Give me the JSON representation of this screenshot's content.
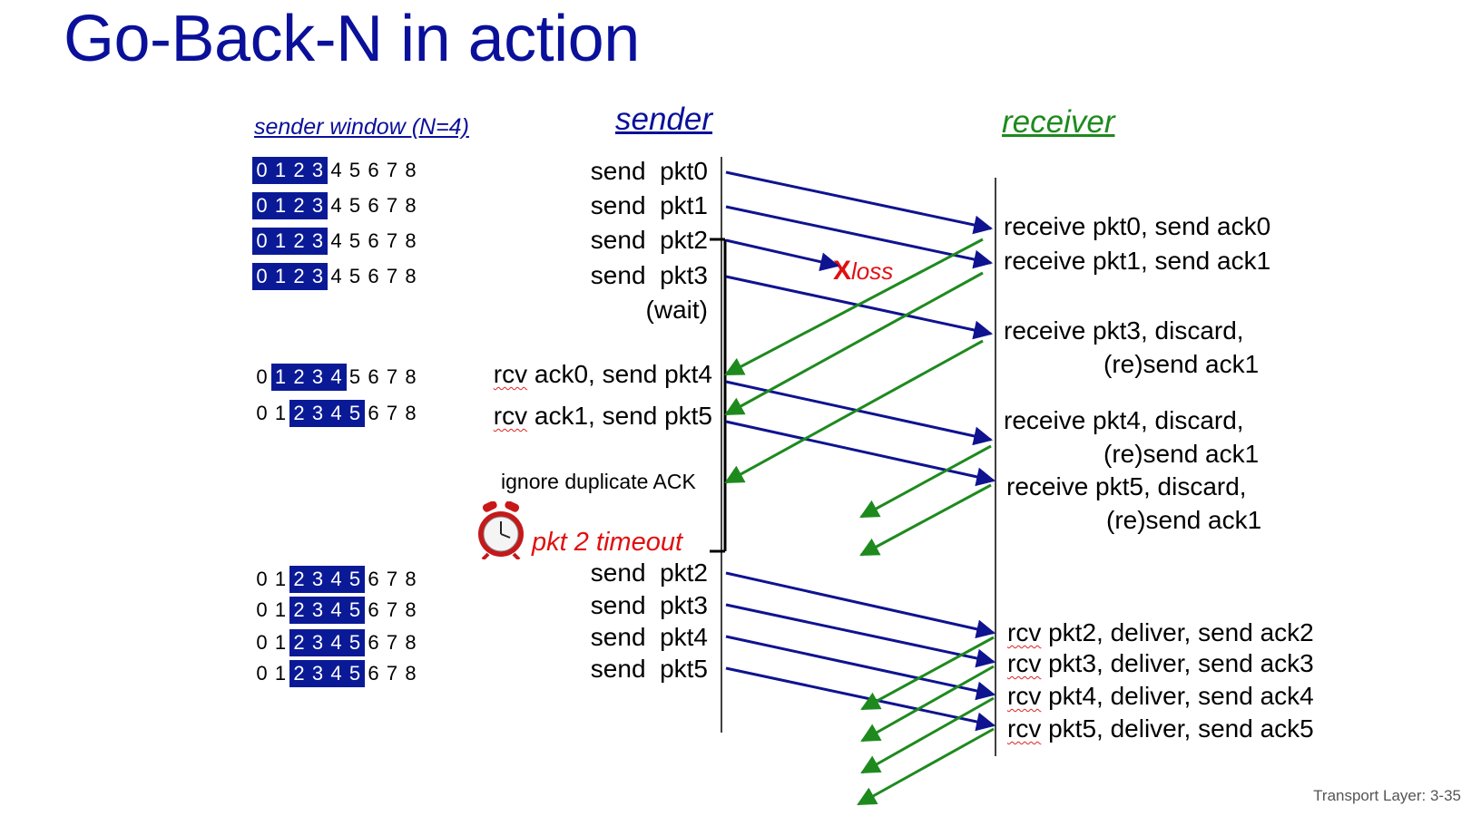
{
  "title": "Go-Back-N in action",
  "headers": {
    "window_label": "sender window (N=4)",
    "sender": "sender",
    "receiver": "receiver"
  },
  "window_digits": [
    "0",
    "1",
    "2",
    "3",
    "4",
    "5",
    "6",
    "7",
    "8"
  ],
  "windows": [
    {
      "start": 0,
      "end": 3
    },
    {
      "start": 0,
      "end": 3
    },
    {
      "start": 0,
      "end": 3
    },
    {
      "start": 0,
      "end": 3
    },
    {
      "start": 1,
      "end": 4
    },
    {
      "start": 2,
      "end": 5
    },
    {
      "start": 2,
      "end": 5
    },
    {
      "start": 2,
      "end": 5
    },
    {
      "start": 2,
      "end": 5
    },
    {
      "start": 2,
      "end": 5
    }
  ],
  "sender_events": [
    {
      "rcv": "",
      "text": "send  pkt0"
    },
    {
      "rcv": "",
      "text": "send  pkt1"
    },
    {
      "rcv": "",
      "text": "send  pkt2"
    },
    {
      "rcv": "",
      "text": "send  pkt3"
    },
    {
      "rcv": "",
      "text": "(wait)"
    },
    {
      "rcv": "rcv",
      "text": " ack0, send pkt4"
    },
    {
      "rcv": "rcv",
      "text": " ack1, send pkt5"
    },
    {
      "rcv": "",
      "text": "send  pkt2"
    },
    {
      "rcv": "",
      "text": "send  pkt3"
    },
    {
      "rcv": "",
      "text": "send  pkt4"
    },
    {
      "rcv": "",
      "text": "send  pkt5"
    }
  ],
  "ignore_label": "ignore duplicate ACK",
  "timeout_label": "pkt 2 timeout",
  "loss": {
    "mark": "X",
    "text": "loss"
  },
  "receiver_events": [
    {
      "rcv": "",
      "lines": [
        "receive pkt0, send ack0"
      ]
    },
    {
      "rcv": "",
      "lines": [
        "receive pkt1, send ack1"
      ]
    },
    {
      "rcv": "",
      "lines": [
        "receive pkt3, discard,",
        "(re)send ack1"
      ]
    },
    {
      "rcv": "",
      "lines": [
        "receive pkt4, discard,",
        "(re)send ack1"
      ]
    },
    {
      "rcv": "",
      "lines": [
        "receive pkt5, discard,",
        "(re)send ack1"
      ]
    },
    {
      "rcv": "rcv",
      "lines": [
        " pkt2, deliver, send ack2"
      ]
    },
    {
      "rcv": "rcv",
      "lines": [
        " pkt3, deliver, send ack3"
      ]
    },
    {
      "rcv": "rcv",
      "lines": [
        " pkt4, deliver, send ack4"
      ]
    },
    {
      "rcv": "rcv",
      "lines": [
        " pkt5, deliver, send ack5"
      ]
    }
  ],
  "footer": "Transport Layer: 3-35",
  "colors": {
    "title": "#0a109a",
    "window": "#0a1a96",
    "data_arrow": "#0f138f",
    "ack_arrow": "#1e8a1e",
    "alert": "#e01010"
  }
}
